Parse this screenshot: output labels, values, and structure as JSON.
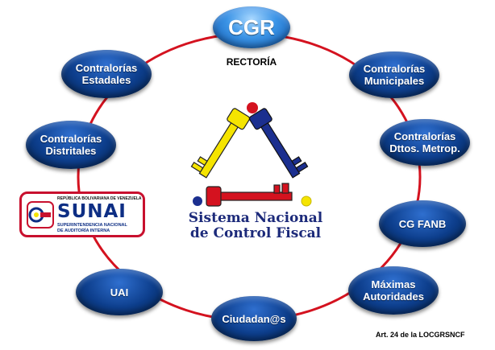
{
  "nodes": {
    "cgr": "CGR",
    "contralorias_municipales": "Contralorías\nMunicipales",
    "contralorias_dttos": "Contralorías\nDttos. Metrop.",
    "cg_fanb": "CG FANB",
    "maximas_autoridades": "Máximas\nAutoridades",
    "ciudadanos": "Ciudadan@s",
    "uai": "UAI",
    "contralorias_distritales": "Contralorías\nDistritales",
    "contralorias_estadales": "Contralorías\nEstadales"
  },
  "rectoria": "RECTORÍA",
  "sunai": {
    "republica": "REPÚBLICA BOLIVARIANA DE VENEZUELA",
    "name": "SUNAI",
    "sub1": "SUPERINTENDENCIA NACIONAL",
    "sub2": "DE AUDITORÍA INTERNA"
  },
  "center": {
    "line1": "Sistema Nacional",
    "line2": "de Control Fiscal"
  },
  "footnote": "Art. 24 de la LOCGRSNCF",
  "colors": {
    "ring": "#d4121f",
    "node_blue": "#0d3e8c",
    "cgr_blue": "#3b94e6",
    "key_yellow": "#f5e400",
    "key_blue": "#1b2f8f",
    "key_red": "#d4121f",
    "title_navy": "#1c2a7a"
  }
}
